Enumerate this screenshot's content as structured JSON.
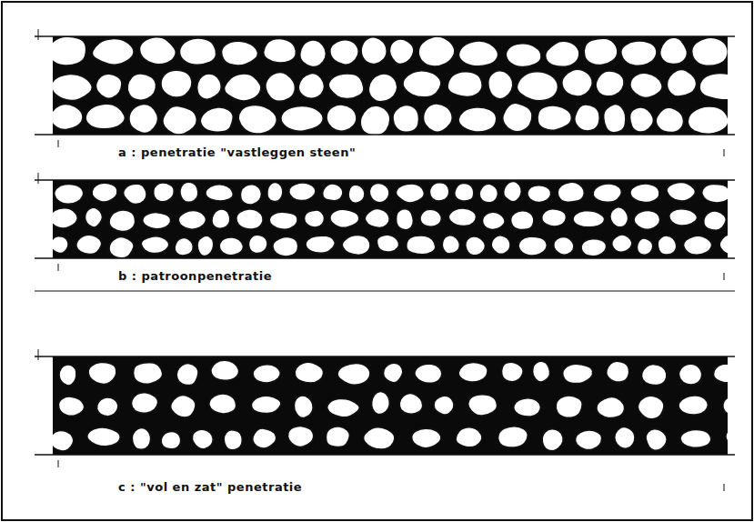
{
  "diagram": {
    "labels": [
      "a : penetratie \"vastleggen steen\"",
      "b : patroonpenetratie",
      "c : \"vol en zat\" penetratie"
    ]
  }
}
